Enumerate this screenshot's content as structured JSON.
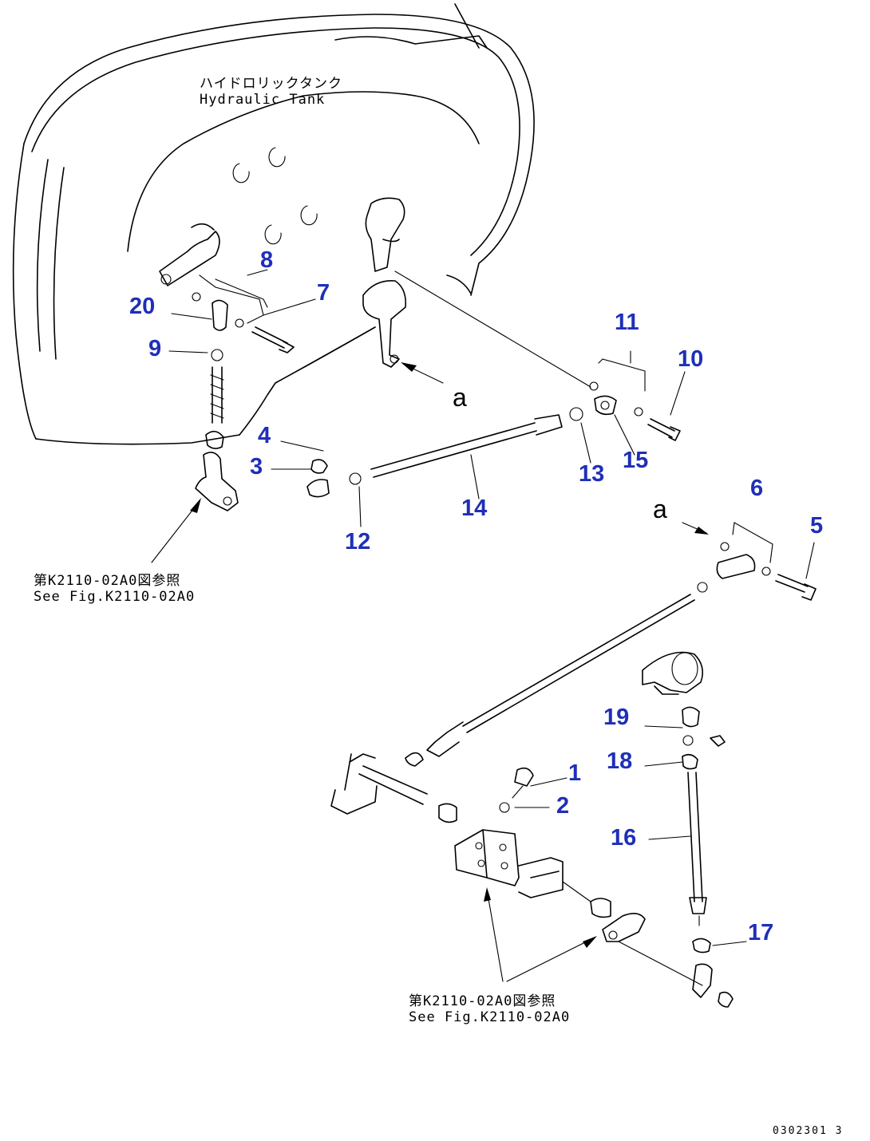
{
  "tank_label": {
    "jp": "ハイドロリックタンク",
    "en": "Hydraulic Tank"
  },
  "see_fig_note_left": {
    "jp": "第K2110-02A0図参照",
    "en": "See Fig.K2110-02A0"
  },
  "see_fig_note_bottom": {
    "jp": "第K2110-02A0図参照",
    "en": "See Fig.K2110-02A0"
  },
  "view_ref_top": "a",
  "view_ref_right": "a",
  "drawing_code": "0302301 3",
  "callouts": [
    {
      "num": "1"
    },
    {
      "num": "2"
    },
    {
      "num": "3"
    },
    {
      "num": "4"
    },
    {
      "num": "5"
    },
    {
      "num": "6"
    },
    {
      "num": "7"
    },
    {
      "num": "8"
    },
    {
      "num": "9"
    },
    {
      "num": "10"
    },
    {
      "num": "11"
    },
    {
      "num": "12"
    },
    {
      "num": "13"
    },
    {
      "num": "14"
    },
    {
      "num": "15"
    },
    {
      "num": "16"
    },
    {
      "num": "17"
    },
    {
      "num": "18"
    },
    {
      "num": "19"
    },
    {
      "num": "20"
    }
  ],
  "colors": {
    "callout": "#1f2fb8",
    "line": "#000000",
    "background": "#ffffff"
  }
}
